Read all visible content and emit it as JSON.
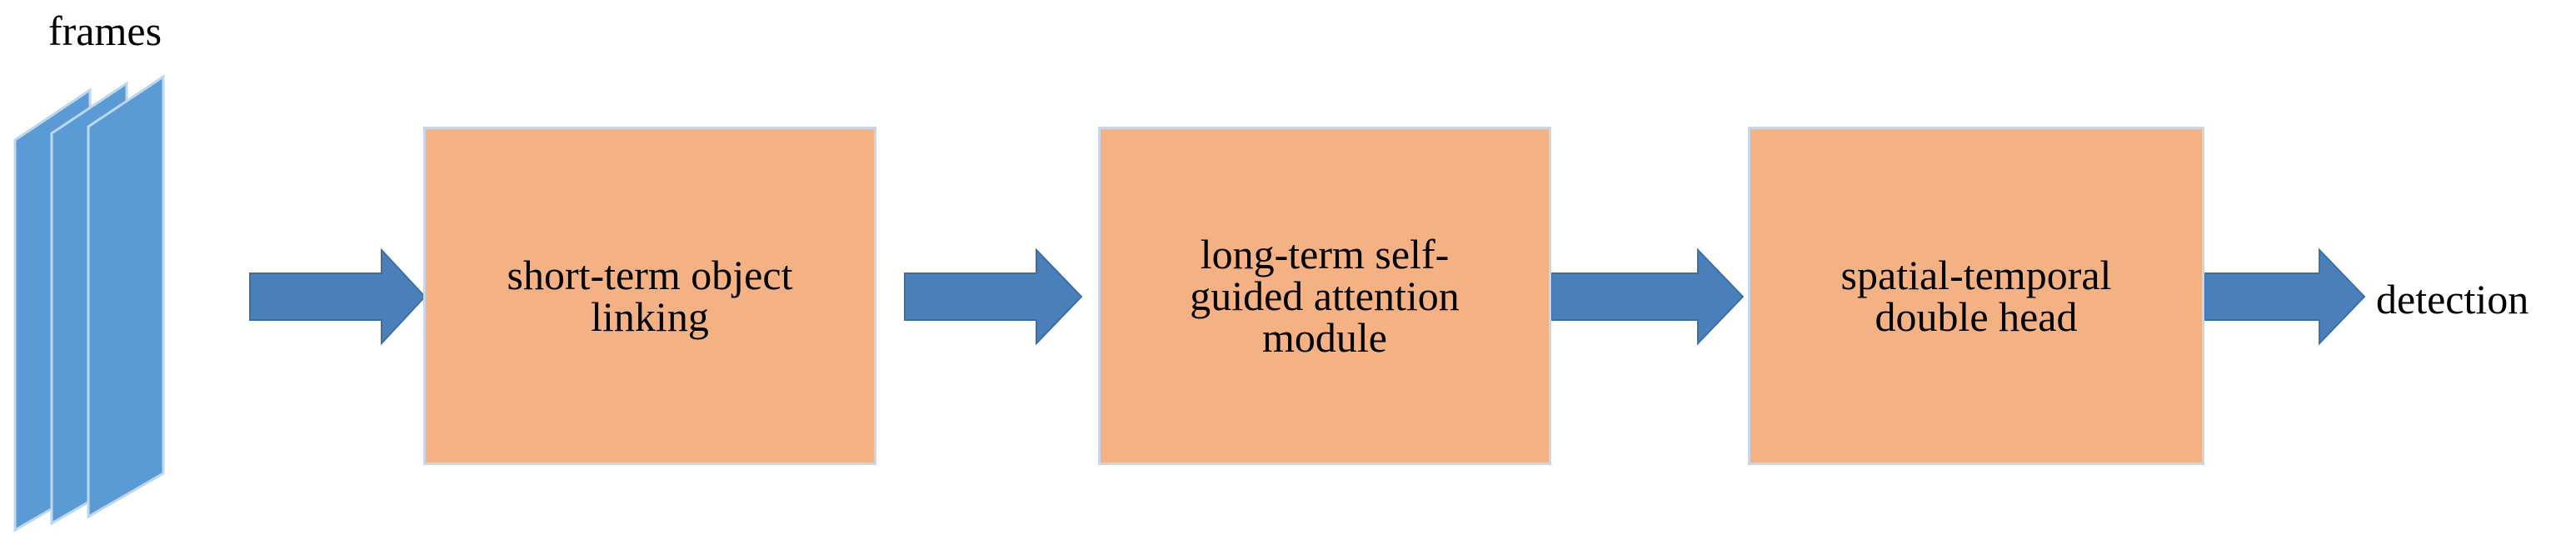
{
  "diagram": {
    "colors": {
      "frame": "#5b9bd5",
      "frame_outline": "#bdd7ee",
      "box_fill": "#f4b183",
      "box_border": "#c9d6ea",
      "arrow_fill": "#4a7fba",
      "arrow_stroke": "#3d6fa7"
    },
    "input_label": "frames",
    "output_label": "detection",
    "boxes": [
      {
        "lines": [
          "short-term object",
          "linking"
        ]
      },
      {
        "lines": [
          "long-term self-",
          "guided attention",
          "module"
        ]
      },
      {
        "lines": [
          "spatial-temporal",
          "double head"
        ]
      }
    ]
  }
}
